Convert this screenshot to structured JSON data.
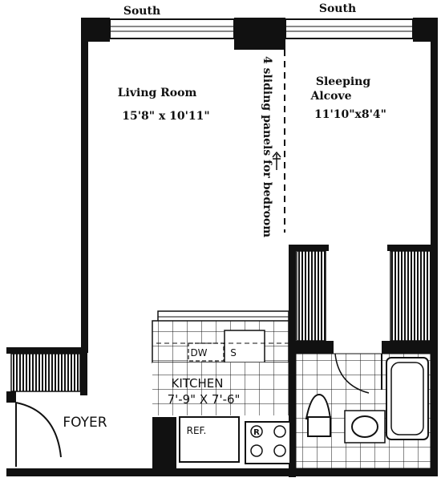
{
  "labels": {
    "south_left": "South",
    "south_right": "South",
    "living_room": "Living Room",
    "living_room_dims": "15'8\" x 10'11\"",
    "sleeping_line1": "Sleeping",
    "sleeping_line2": "Alcove",
    "sleeping_dims": "11'10\"x8'4\"",
    "sliding_panels": "4 sliding panels for bedroom",
    "kitchen": "KITCHEN",
    "kitchen_dims": "7'-9\" X 7'-6\"",
    "dw": "DW",
    "sink": "S",
    "foyer": "FOYER",
    "ref": "REF.",
    "range_mark": "R"
  },
  "colors": {
    "ink": "#111111",
    "paper": "#ffffff"
  }
}
